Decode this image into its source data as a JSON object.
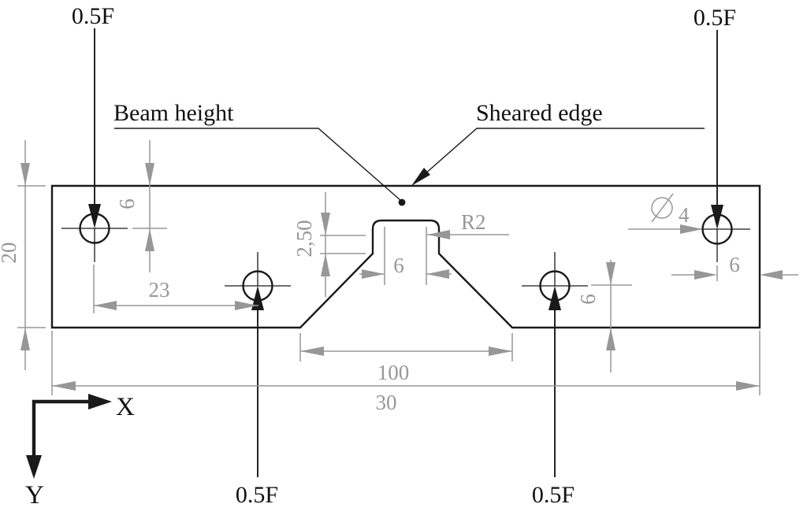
{
  "title": "Sheared plate free-body diagram",
  "colors": {
    "ink": "#1a1a1a",
    "dimension_gray": "#979797",
    "background": "#ffffff"
  },
  "forces": {
    "top_left": "0.5F",
    "top_right": "0.5F",
    "bottom_left": "0.5F",
    "bottom_right": "0.5F"
  },
  "annotations": {
    "beam_height": "Beam height",
    "sheared_edge": "Sheared edge"
  },
  "dimensions": {
    "plate_height": "20",
    "hole1_top_offset": "6",
    "hole_spacing": "23",
    "tab_side": "2,50",
    "tab_width": "6",
    "fillet_radius": "R2",
    "hole_diameter_value": "4",
    "hole4_edge_offset": "6",
    "hole3_bottom_offset": "6",
    "notch_span": "100",
    "plate_width": "30"
  },
  "axes": {
    "x": "X",
    "y": "Y"
  }
}
